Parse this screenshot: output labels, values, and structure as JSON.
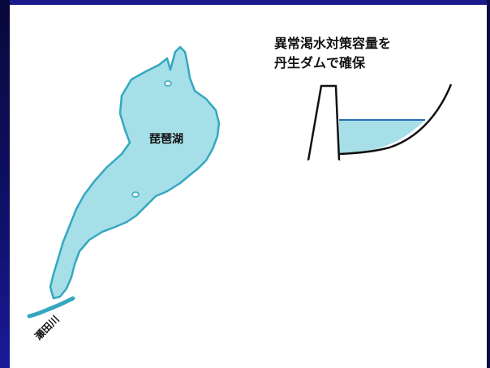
{
  "diagram": {
    "lake_name": "琵琶湖",
    "river_name": "瀬田川",
    "dam_caption_line1": "異常渇水対策容量を",
    "dam_caption_line2": "丹生ダムで確保"
  },
  "colors": {
    "water": "#a6dfe8",
    "outline": "#35a8bf",
    "reservoir_line": "#2a6fb5",
    "frame": "#0a0a4a"
  }
}
